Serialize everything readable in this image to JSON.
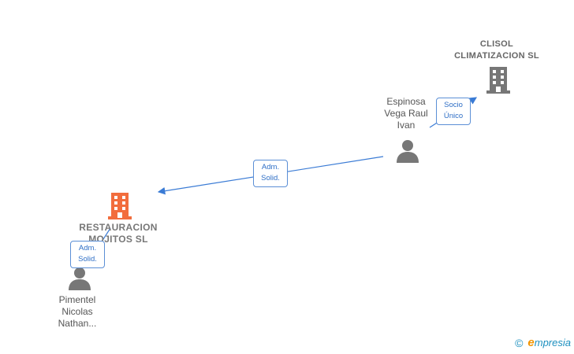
{
  "colors": {
    "edge": "#3a7bd5",
    "main_company": "#f26d3d",
    "company": "#777777",
    "person": "#777777"
  },
  "nodes": {
    "clisol": {
      "line1": "CLISOL",
      "line2": "CLIMATIZACION SL",
      "icon": "building-icon"
    },
    "restauracion": {
      "line1": "RESTAURACION",
      "line2": "MOJITOS  SL",
      "icon": "building-icon"
    },
    "espinosa": {
      "line1": "Espinosa",
      "line2": "Vega Raul",
      "line3": "Ivan",
      "icon": "person-icon"
    },
    "pimentel": {
      "line1": "Pimentel",
      "line2": "Nicolas",
      "line3": "Nathan...",
      "icon": "person-icon"
    }
  },
  "edges": {
    "socio_unico": {
      "line1": "Socio",
      "line2": "Único"
    },
    "adm_solid_1": {
      "line1": "Adm.",
      "line2": "Solid."
    },
    "adm_solid_2": {
      "line1": "Adm.",
      "line2": "Solid."
    }
  },
  "brand": {
    "copyright": "©",
    "initial": "e",
    "name": "mpresia"
  }
}
